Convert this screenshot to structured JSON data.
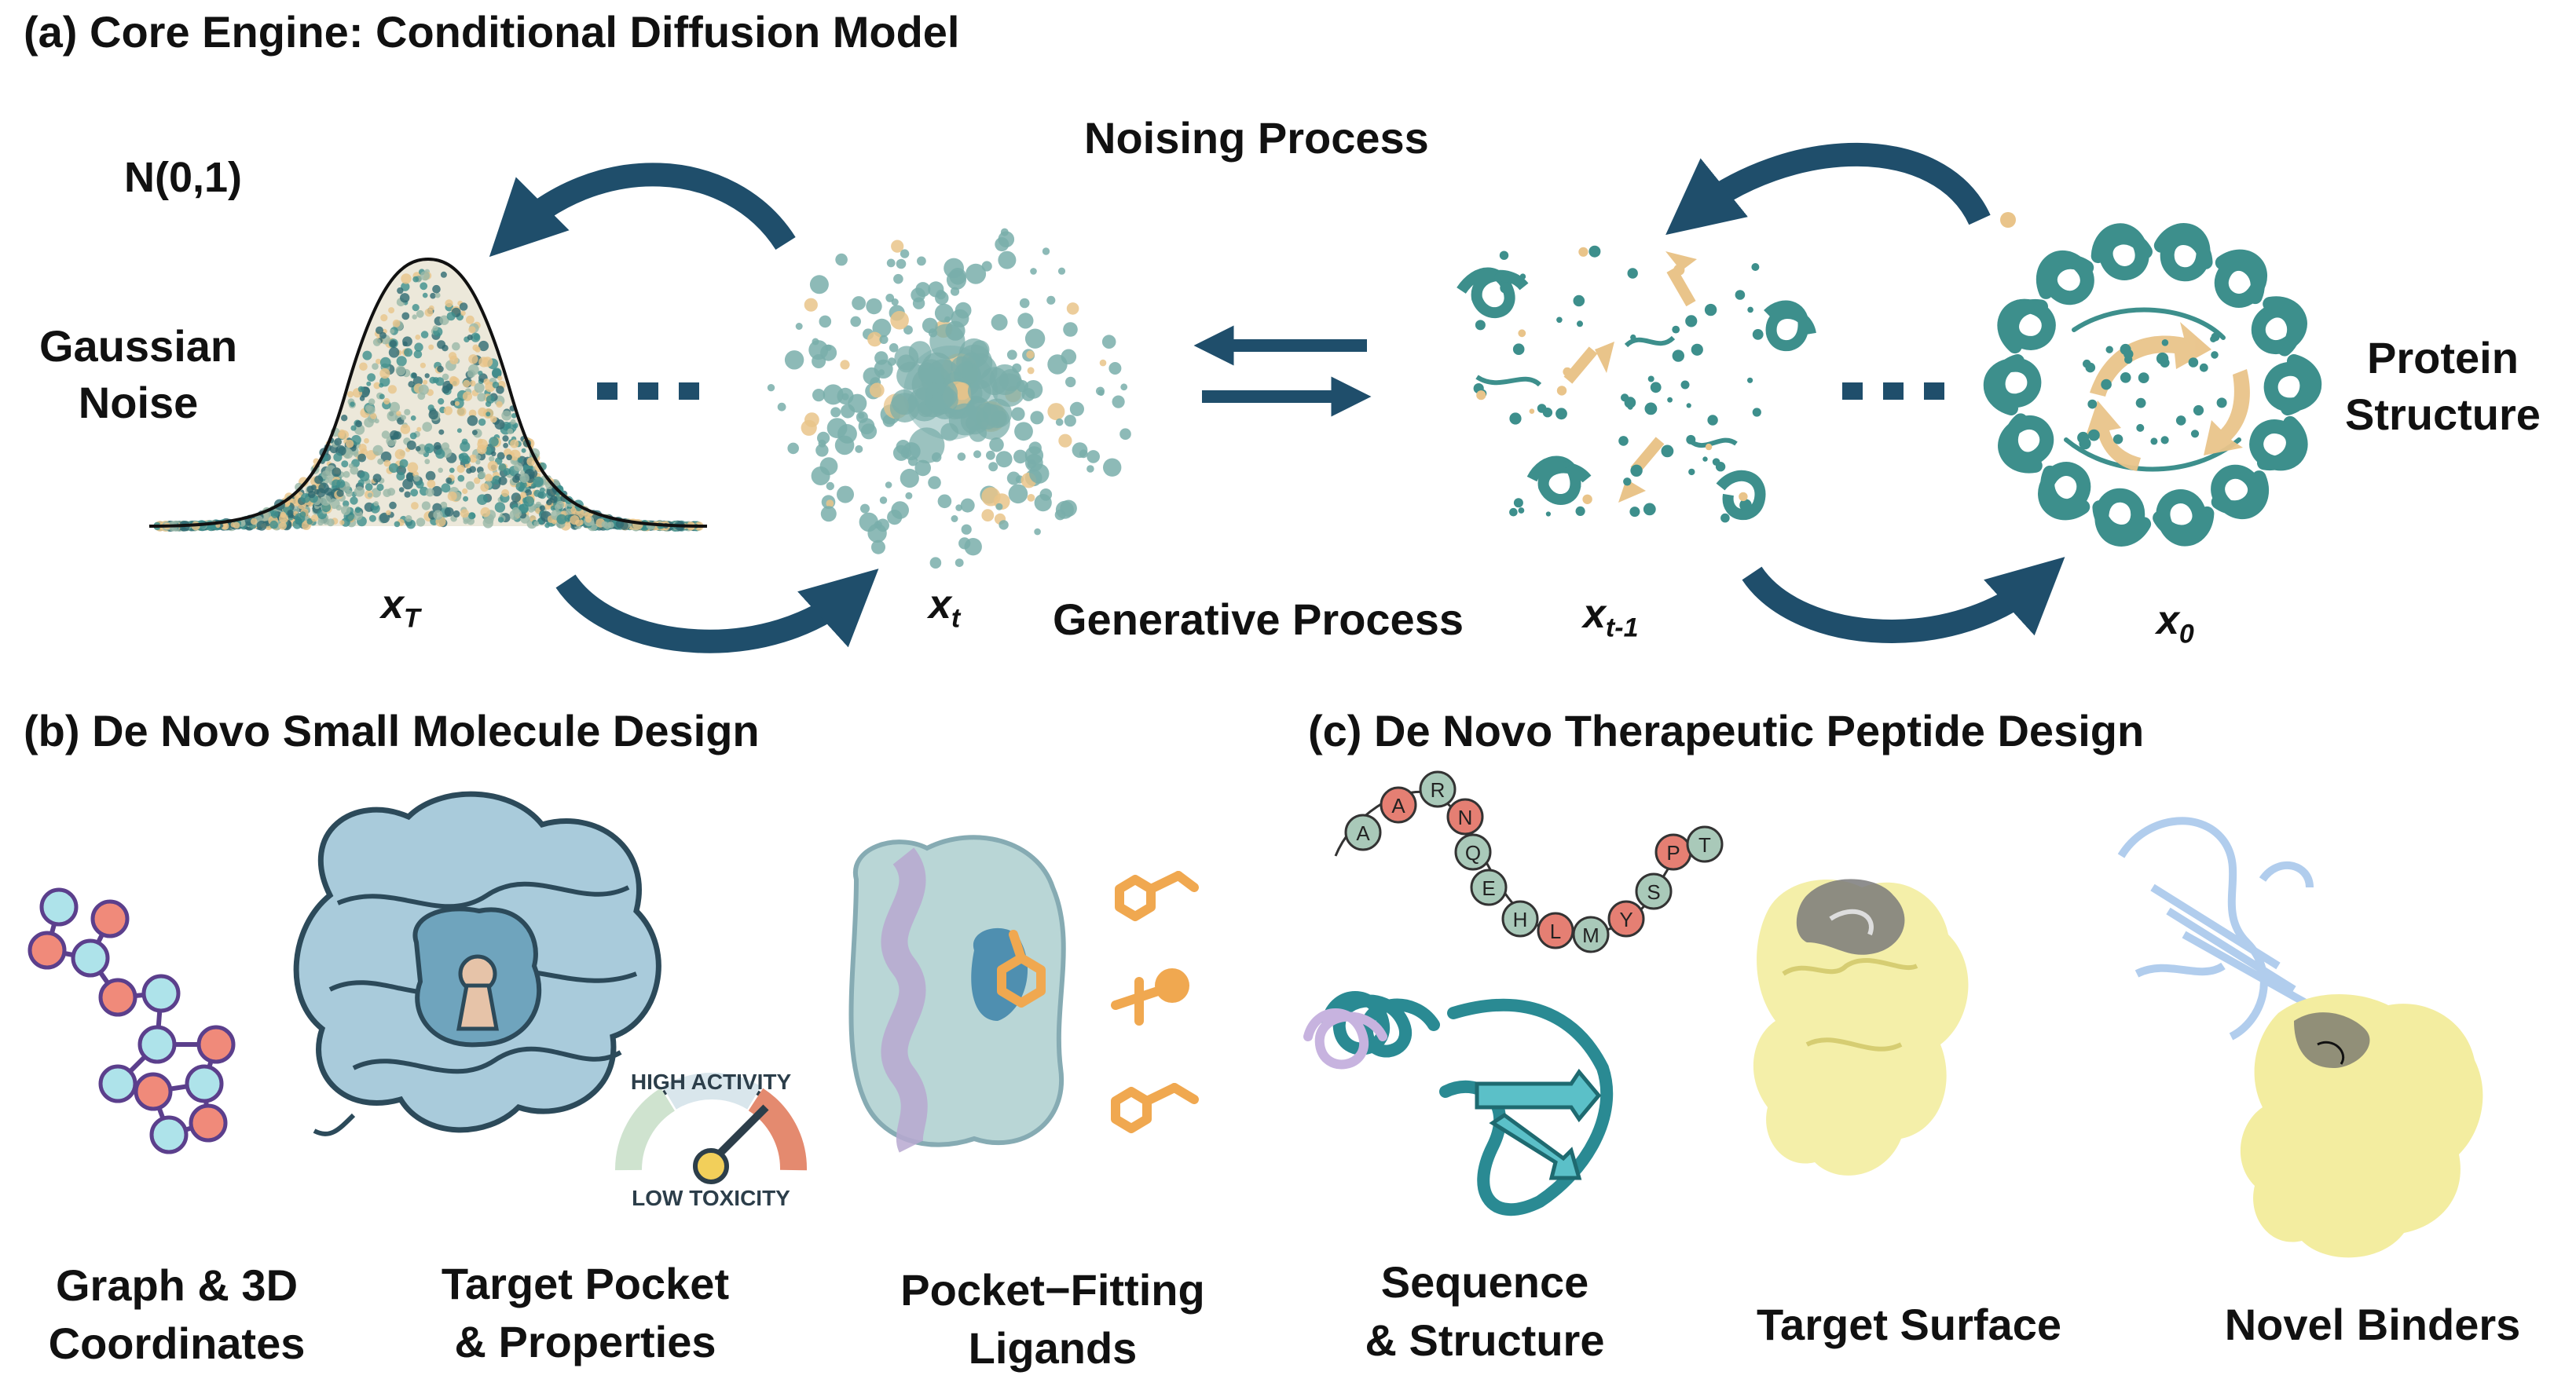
{
  "panel_a": {
    "title": "(a) Core Engine: Conditional Diffusion Model",
    "noise_label": "N(0,1)",
    "left_caption_line1": "Gaussian",
    "left_caption_line2": "Noise",
    "right_caption_line1": "Protein",
    "right_caption_line2": "Structure",
    "noising_process": "Noising Process",
    "generative_process": "Generative Process",
    "ellipsis": "■ ■ ■",
    "var_T_base": "x",
    "var_T_sub": "T",
    "var_t_base": "x",
    "var_t_sub": "t",
    "var_t1_base": "x",
    "var_t1_sub": "t-1",
    "var_0_base": "x",
    "var_0_sub": "0"
  },
  "panel_b": {
    "title": "(b) De Novo Small Molecule Design",
    "items": [
      {
        "line1": "Graph & 3D",
        "line2": "Coordinates"
      },
      {
        "line1": "Target Pocket",
        "line2": "& Properties"
      },
      {
        "line1": "Pocket−Fitting",
        "line2": "Ligands"
      }
    ],
    "gauge_top": "HIGH ACTIVITY",
    "gauge_bottom": "LOW TOXICITY"
  },
  "panel_c": {
    "title": "(c) De Novo Therapeutic Peptide Design",
    "items": [
      {
        "line1": "Sequence",
        "line2": "& Structure"
      },
      {
        "line1": "Target Surface"
      },
      {
        "line1": "Novel Binders"
      }
    ],
    "sequence_beads": [
      "A",
      "A",
      "R",
      "N",
      "Q",
      "E",
      "H",
      "L",
      "M",
      "Y",
      "S",
      "P",
      "T"
    ]
  },
  "colors": {
    "arrow": "#1f4e6b",
    "teal": "#3d8f8c",
    "sand": "#e9c48a",
    "pocket_blue": "#9cc3d4",
    "surface_yellow": "#f3eda0",
    "ligand_orange": "#f0a850"
  }
}
